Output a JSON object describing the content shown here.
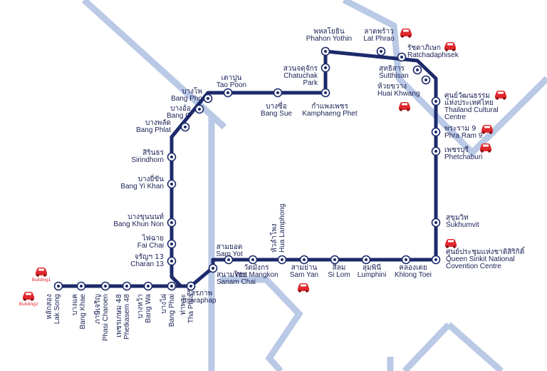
{
  "colors": {
    "line": "#1c2a6b",
    "background_line": "#b9c9e6",
    "text": "#1a2155",
    "parking": "#e0282e"
  },
  "stations": [
    {
      "id": "lak_song",
      "th": "หลักสอง",
      "en": "Lak Song",
      "icon": "metro-station-icon"
    },
    {
      "id": "bang_khae",
      "th": "บางแค",
      "en": "Bang Khae",
      "icon": "metro-station-icon"
    },
    {
      "id": "phasi_charoen",
      "th": "ภาษีเจริญ",
      "en": "Phasi Charoen",
      "icon": "metro-station-icon"
    },
    {
      "id": "phetkasem_48",
      "th": "เพชรเกษม 48",
      "en": "Phetkasem 48",
      "icon": "metro-station-icon"
    },
    {
      "id": "bang_wa",
      "th": "บางหว้า",
      "en": "Bang Wa",
      "icon": "metro-station-icon"
    },
    {
      "id": "bang_phai",
      "th": "บางไผ่",
      "en": "Bang Phai",
      "icon": "metro-station-icon"
    },
    {
      "id": "tha_phra",
      "th": "ท่าพระ",
      "en": "Tha Phra",
      "icon": "metro-station-icon"
    },
    {
      "id": "charan_13",
      "th": "จรัญฯ 13",
      "en": "Charan 13",
      "icon": "metro-station-icon"
    },
    {
      "id": "fai_chai",
      "th": "ไฟฉาย",
      "en": "Fai Chai",
      "icon": "metro-station-icon"
    },
    {
      "id": "bang_khun_non",
      "th": "บางขุนนนท์",
      "en": "Bang Khun Non",
      "icon": "metro-station-icon"
    },
    {
      "id": "bang_yi_khan",
      "th": "บางยี่ขัน",
      "en": "Bang Yi Khan",
      "icon": "metro-station-icon"
    },
    {
      "id": "sirindhorn",
      "th": "สิรินธร",
      "en": "Sirindhorn",
      "icon": "metro-station-icon"
    },
    {
      "id": "bang_phlat",
      "th": "บางพลัด",
      "en": "Bang Phlat",
      "icon": "metro-station-icon"
    },
    {
      "id": "bang_o",
      "th": "บางอ้อ",
      "en": "Bang O",
      "icon": "metro-station-icon"
    },
    {
      "id": "bang_pho",
      "th": "บางโพ",
      "en": "Bang Pho",
      "icon": "metro-station-icon"
    },
    {
      "id": "tao_poon",
      "th": "เตาปูน",
      "en": "Tao Poon",
      "icon": "metro-station-icon"
    },
    {
      "id": "bang_sue",
      "th": "บางซื่อ",
      "en": "Bang Sue",
      "icon": "metro-station-icon"
    },
    {
      "id": "kamphaeng_phet",
      "th": "กำแพงเพชร",
      "en": "Kamphaeng Phet",
      "icon": "metro-station-icon"
    },
    {
      "id": "chatuchak_park",
      "th": "สวนจตุจักร",
      "en": "Chatuchak",
      "en2": "Park",
      "icon": "metro-station-icon"
    },
    {
      "id": "phahon_yothin",
      "th": "พหลโยธิน",
      "en": "Phahon Yothin",
      "icon": "metro-station-icon"
    },
    {
      "id": "lat_phrao",
      "th": "ลาดพร้าว",
      "en": "Lat Phrao",
      "icon": "metro-station-icon"
    },
    {
      "id": "ratchadaphisek",
      "th": "รัชดาภิเษก",
      "en": "Ratchadaphisek",
      "icon": "metro-station-icon"
    },
    {
      "id": "sutthisan",
      "th": "สุทธิสาร",
      "en": "Sutthisan",
      "icon": "metro-station-icon"
    },
    {
      "id": "huai_khwang",
      "th": "ห้วยขวาง",
      "en": "Huai Khwang",
      "icon": "metro-station-icon"
    },
    {
      "id": "thailand_cultural_centre",
      "th": "ศูนย์วัฒนธรรม",
      "th2": "แห่งประเทศไทย",
      "en": "Thailand Cultural",
      "en2": "Centre",
      "icon": "metro-station-icon"
    },
    {
      "id": "phra_ram_9",
      "th": "พระราม 9",
      "en": "Phra Ram 9",
      "icon": "metro-station-icon"
    },
    {
      "id": "phetchaburi",
      "th": "เพชรบุรี",
      "en": "Phetchaburi",
      "icon": "metro-station-icon"
    },
    {
      "id": "sukhumvit",
      "th": "สุขุมวิท",
      "en": "Sukhumvit",
      "icon": "metro-station-icon"
    },
    {
      "id": "qsncc",
      "th": "ศูนย์ประชุมแห่งชาติสิริกิติ์",
      "en": "Queen Sirikit National",
      "en2": "Covention Centre",
      "icon": "metro-station-icon"
    },
    {
      "id": "khlong_toei",
      "th": "คลองเตย",
      "en": "Khlong Toei",
      "icon": "metro-station-icon"
    },
    {
      "id": "lumphini",
      "th": "ลุมพินี",
      "en": "Lumphini",
      "icon": "metro-station-icon"
    },
    {
      "id": "si_lom",
      "th": "สีลม",
      "en": "Si Lom",
      "icon": "metro-station-icon"
    },
    {
      "id": "sam_yan",
      "th": "สามย่าน",
      "en": "Sam Yan",
      "icon": "metro-station-icon"
    },
    {
      "id": "hua_lamphong",
      "th": "หัวลำโพง",
      "en": "Hua Lamphong",
      "icon": "metro-station-icon"
    },
    {
      "id": "wat_mangkon",
      "th": "วัดมังกร",
      "en": "Wat Mangkon",
      "icon": "metro-station-icon"
    },
    {
      "id": "sam_yot",
      "th": "สามยอด",
      "en": "Sam Yot",
      "icon": "metro-station-icon"
    },
    {
      "id": "sanam_chai",
      "th": "สนามไชย",
      "en": "Sanam Chai",
      "icon": "metro-station-icon"
    },
    {
      "id": "itsaraphap",
      "th": "อิสรภาพ",
      "en": "Itsaraphap",
      "icon": "metro-station-icon"
    }
  ],
  "parking": [
    {
      "id": "lat_phrao_car",
      "icon": "car-icon"
    },
    {
      "id": "ratchadaphisek_car",
      "icon": "car-icon"
    },
    {
      "id": "huai_khwang_car",
      "icon": "car-icon"
    },
    {
      "id": "thailand_cultural_centre_car",
      "icon": "car-icon"
    },
    {
      "id": "phra_ram_9_car",
      "icon": "car-icon"
    },
    {
      "id": "phetchaburi_car",
      "icon": "car-icon"
    },
    {
      "id": "qsncc_car",
      "icon": "car-icon"
    },
    {
      "id": "sam_yan_car",
      "icon": "car-icon"
    },
    {
      "id": "building1_car",
      "icon": "car-icon",
      "label": "Building1"
    },
    {
      "id": "building2_car",
      "icon": "car-icon",
      "label": "Building2"
    }
  ]
}
